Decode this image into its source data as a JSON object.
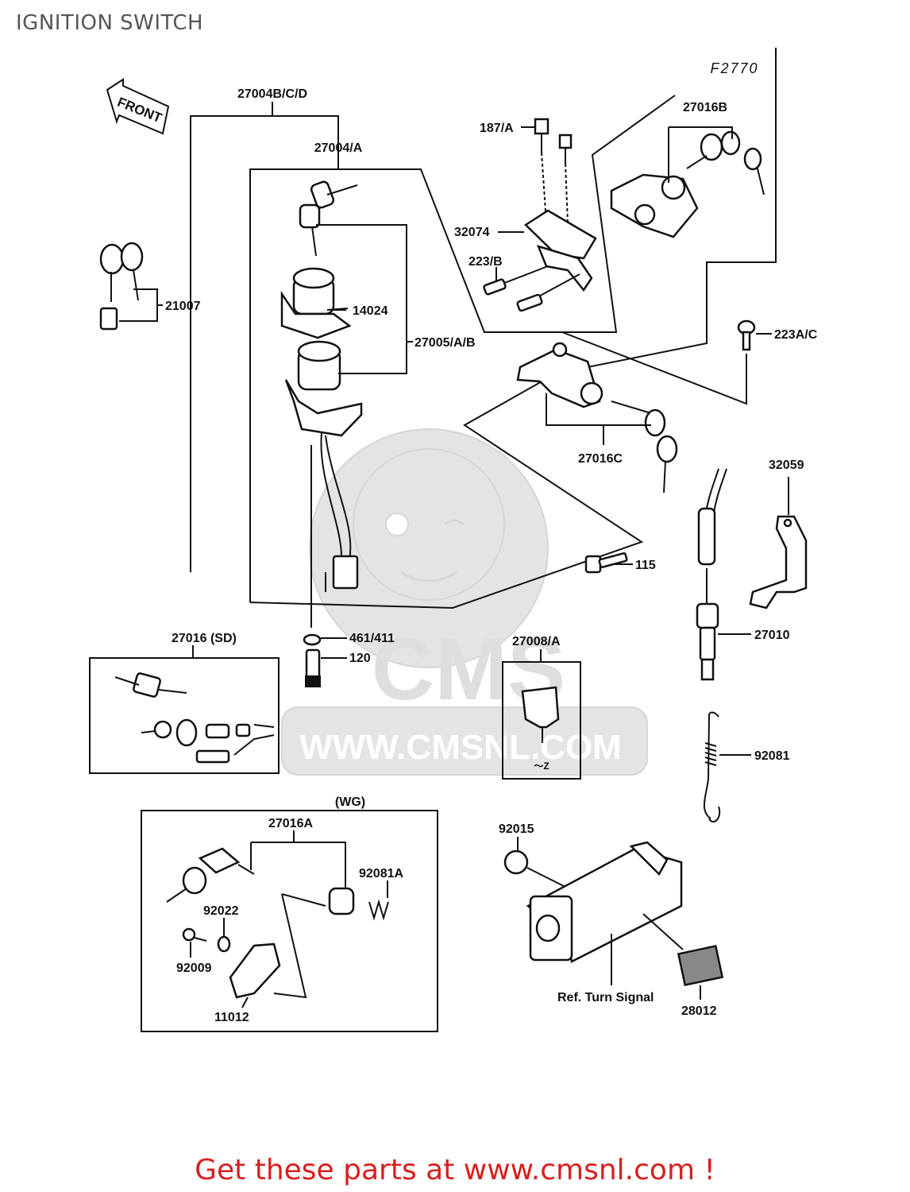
{
  "title": "IGNITION SWITCH",
  "diagram_code": "F2770",
  "front_arrow": "FRONT",
  "watermark": {
    "brand": "CMS",
    "url": "WWW.CMSNL.COM"
  },
  "colors": {
    "ink": "#111111",
    "title": "#555555",
    "cta": "#d81f1f",
    "watermark": "#e4e4e4"
  },
  "labels": {
    "p27004bcd": "27004B/C/D",
    "p27004a": "27004/A",
    "p21007": "21007",
    "p14024": "14024",
    "p27005": "27005/A/B",
    "p187a": "187/A",
    "p27016b": "27016B",
    "p32074": "32074",
    "p223b": "223/B",
    "p223ac": "223A/C",
    "p27016c": "27016C",
    "p32059": "32059",
    "p115": "115",
    "p461": "461/411",
    "p120": "120",
    "p27010": "27010",
    "p27016sd": "27016 (SD)",
    "p27008a": "27008/A",
    "p92081": "92081",
    "wg": "(WG)",
    "p27016a": "27016A",
    "p92081a": "92081A",
    "p92022": "92022",
    "p92009": "92009",
    "p11012": "11012",
    "p92015": "92015",
    "ref_turn_signal": "Ref. Turn Signal",
    "p28012": "28012"
  },
  "footer": {
    "cta": "Get these parts at www.cmsnl.com !"
  }
}
